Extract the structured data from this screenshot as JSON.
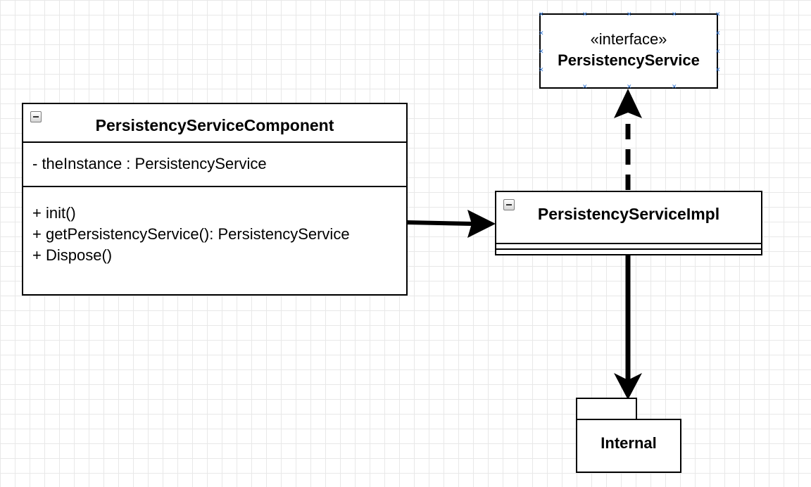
{
  "diagram": {
    "interface_box": {
      "stereotype": "«interface»",
      "name": "PersistencyService"
    },
    "component_class": {
      "name": "PersistencyServiceComponent",
      "attributes": [
        "- theInstance : PersistencyService"
      ],
      "operations": [
        "+ init()",
        "+ getPersistencyService(): PersistencyService",
        "+ Dispose()"
      ]
    },
    "impl_class": {
      "name": "PersistencyServiceImpl"
    },
    "package": {
      "name": "Internal"
    }
  },
  "colors": {
    "line": "#000000",
    "grid": "#e8e8e8",
    "selection_handle": "#3a7bd5"
  }
}
